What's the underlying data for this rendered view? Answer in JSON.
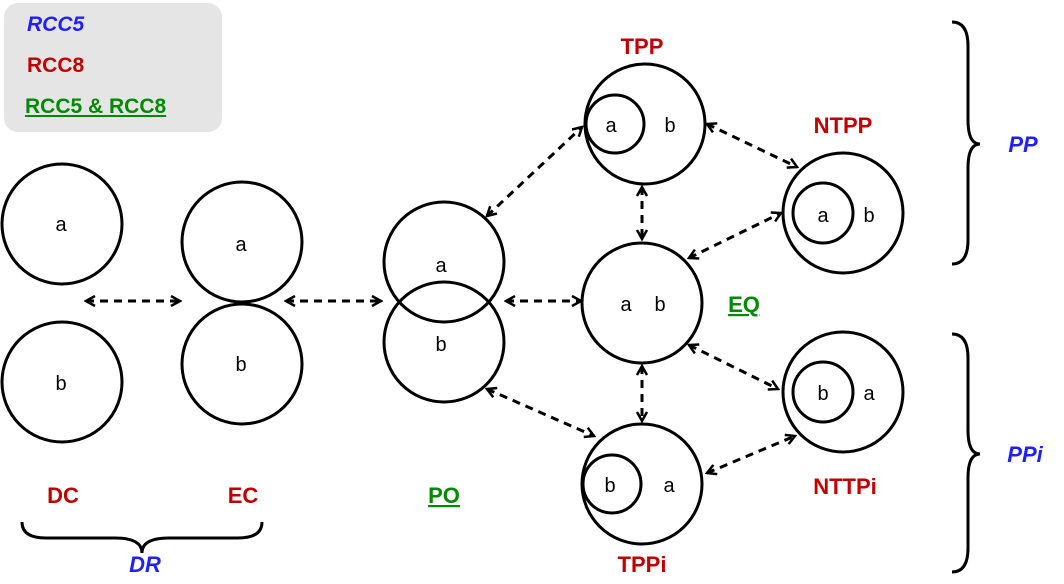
{
  "legend": {
    "rcc5": "RCC5",
    "rcc8": "RCC8",
    "both": "RCC5 & RCC8"
  },
  "colors": {
    "rcc5": "#1f1fff",
    "rcc8": "#c00000",
    "both": "#008a00"
  },
  "labels": {
    "dc": "DC",
    "ec": "EC",
    "po": "PO",
    "eq": "EQ",
    "tpp": "TPP",
    "ntpp": "NTPP",
    "tppi": "TPPi",
    "nttpi": "NTTPi",
    "dr": "DR",
    "pp": "PP",
    "ppi": "PPi"
  },
  "letters": {
    "a": "a",
    "b": "b"
  }
}
